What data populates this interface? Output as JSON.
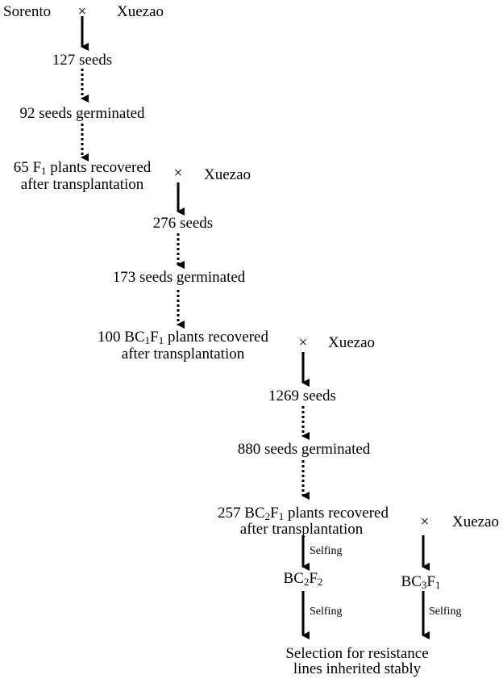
{
  "parents": {
    "female": "Sorento",
    "cross": "×",
    "male": "Xuezao"
  },
  "f1": {
    "seeds": "127 seeds",
    "germinated": "92 seeds germinated",
    "plants_prefix": "65 F",
    "plants_sub": "1",
    "plants_suffix": " plants recovered",
    "after": "after transplantation"
  },
  "bc1": {
    "cross": "×",
    "parent": "Xuezao",
    "seeds": "276 seeds",
    "germinated": "173 seeds germinated",
    "plants_prefix": "100 BC",
    "plants_sub1": "1",
    "plants_mid": "F",
    "plants_sub2": "1",
    "plants_suffix": " plants recovered",
    "after": "after transplantation"
  },
  "bc2": {
    "cross": "×",
    "parent": "Xuezao",
    "seeds": "1269 seeds",
    "germinated": "880 seeds germinated",
    "plants_prefix": "257 BC",
    "plants_sub1": "2",
    "plants_mid": "F",
    "plants_sub2": "1",
    "plants_suffix": " plants recovered",
    "after": "after transplantation"
  },
  "bc3": {
    "cross": "×",
    "parent": "Xuezao",
    "gen_prefix": "BC",
    "gen_sub1": "3",
    "gen_mid": "F",
    "gen_sub2": "1",
    "selfing": "Selfing"
  },
  "bc2f2": {
    "selfing_1": "Selfing",
    "gen_prefix": "BC",
    "gen_sub1": "2",
    "gen_mid": "F",
    "gen_sub2": "2",
    "selfing_2": "Selfing"
  },
  "final": {
    "line1": "Selection for resistance",
    "line2": "lines inherited stably"
  },
  "colors": {
    "ink": "#000000",
    "background": "#ffffff"
  }
}
